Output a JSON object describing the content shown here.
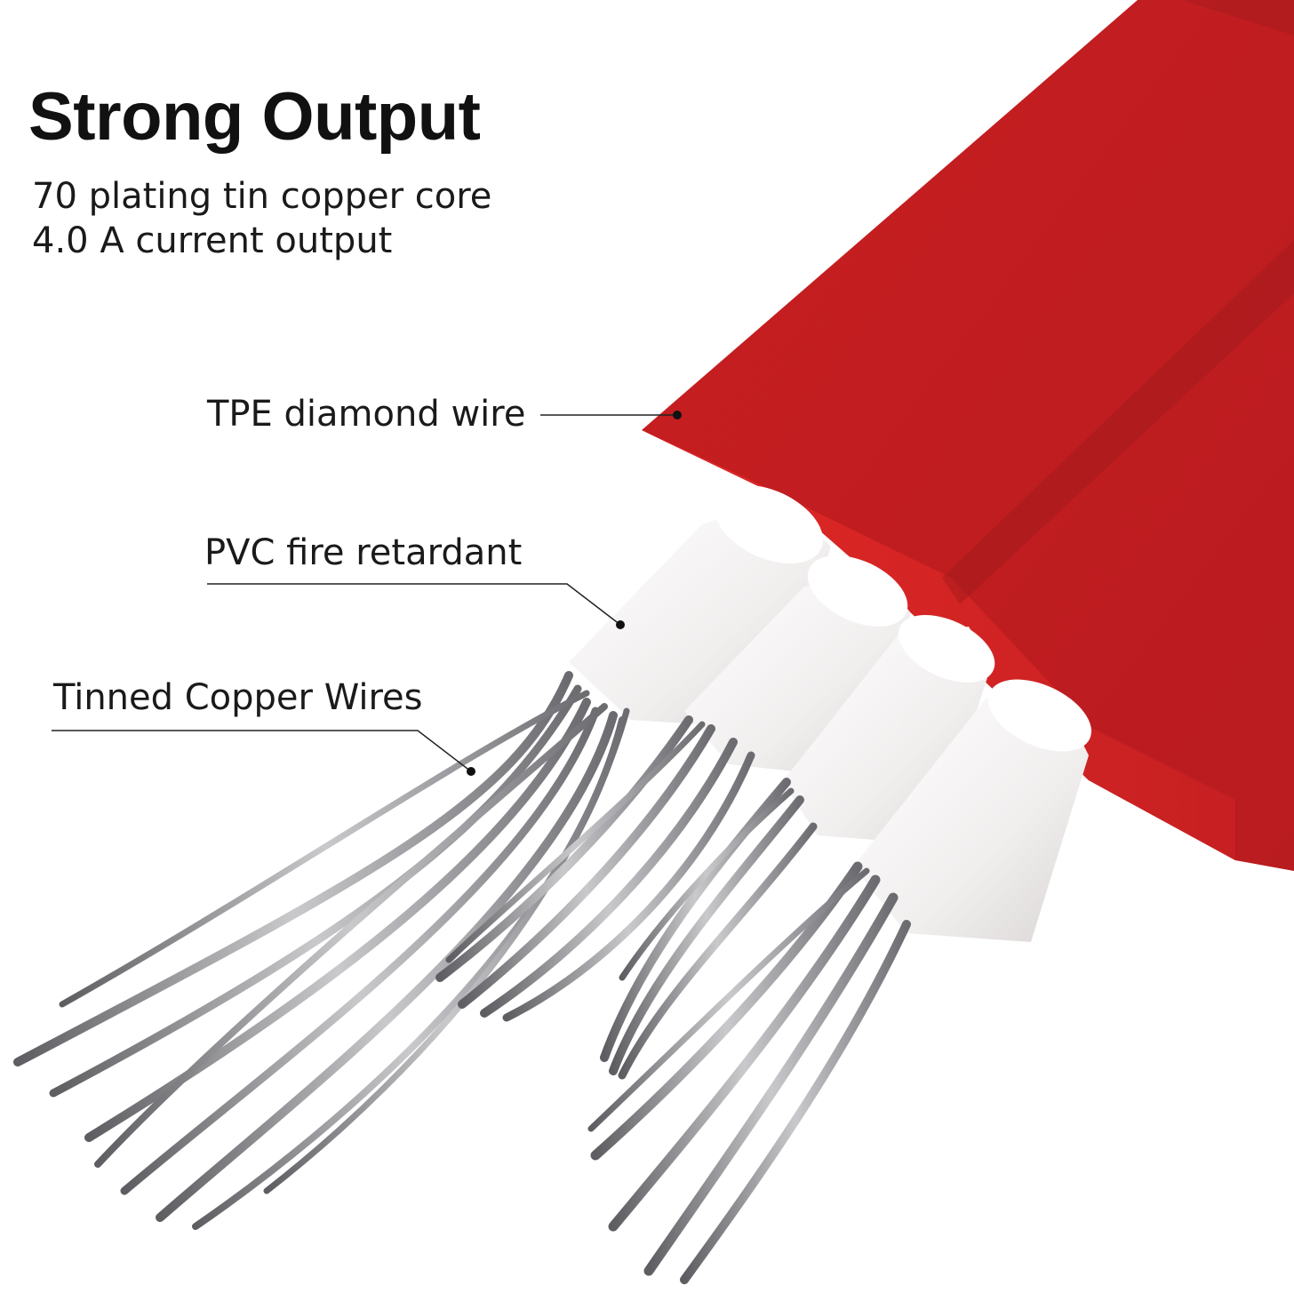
{
  "title": "Strong Output",
  "specs": [
    "70 plating tin copper core",
    "4.0 A current output"
  ],
  "callouts": {
    "tpe": "TPE diamond wire",
    "pvc": "PVC fire retardant",
    "copper": "Tinned Copper Wires"
  },
  "colors": {
    "jacket": "#d52221",
    "jacket_dark": "#a81b1d",
    "insulation": "#f3f1f1",
    "strand": "#8f8f93"
  }
}
